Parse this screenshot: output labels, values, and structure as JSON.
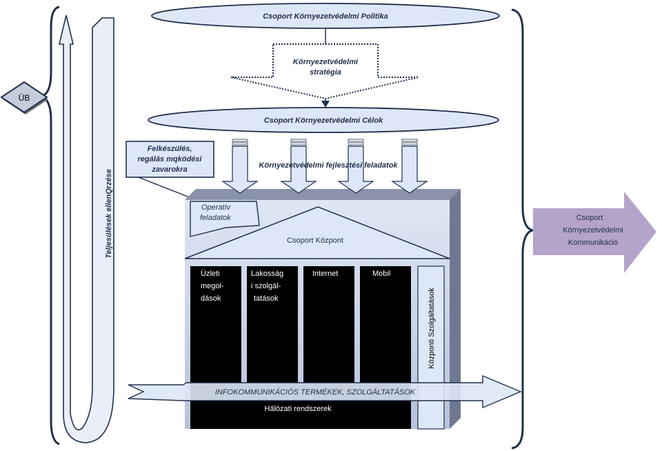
{
  "ub_label": "ÜB",
  "performance_label": "Teljesülések ellenQrzése",
  "policy_label": "Csoport Környezetvédelmi Politika",
  "strategy_label": [
    "Környezetvédelmi",
    "stratégia"
  ],
  "goals_label": "Csoport Környezetvédelmi Célok",
  "disruption_label": [
    "Felkészülés,",
    "regálás mqködési",
    "zavarokra"
  ],
  "dev_tasks_label": "Környezetvédelmi fejlesztési feladatok",
  "operative_label": [
    "Operatív",
    "feladatok"
  ],
  "center_label": "Csoport Központ",
  "columns": [
    [
      "Üzleti",
      "megol-",
      "dások"
    ],
    [
      "Lakosság",
      "i szolgál-",
      "tatások"
    ],
    [
      "Internet"
    ],
    [
      "Mobil"
    ]
  ],
  "central_services_label": "Központi Szolgáltatások",
  "products_label": "INFOKOMMUNIKÁCIÓS TERMÉKEK, SZOLGÁLTATÁSOK",
  "network_label": "Hálózati rendszerek",
  "communication_label": [
    "Csoport",
    "Környezetvédelmi",
    "Kommunikáció"
  ],
  "colors": {
    "light_blue": "#dde7f7",
    "slate": "#b8c1d6",
    "slate_dark": "#8a93aa",
    "purple": "#b5a3c9",
    "black": "#000000"
  }
}
